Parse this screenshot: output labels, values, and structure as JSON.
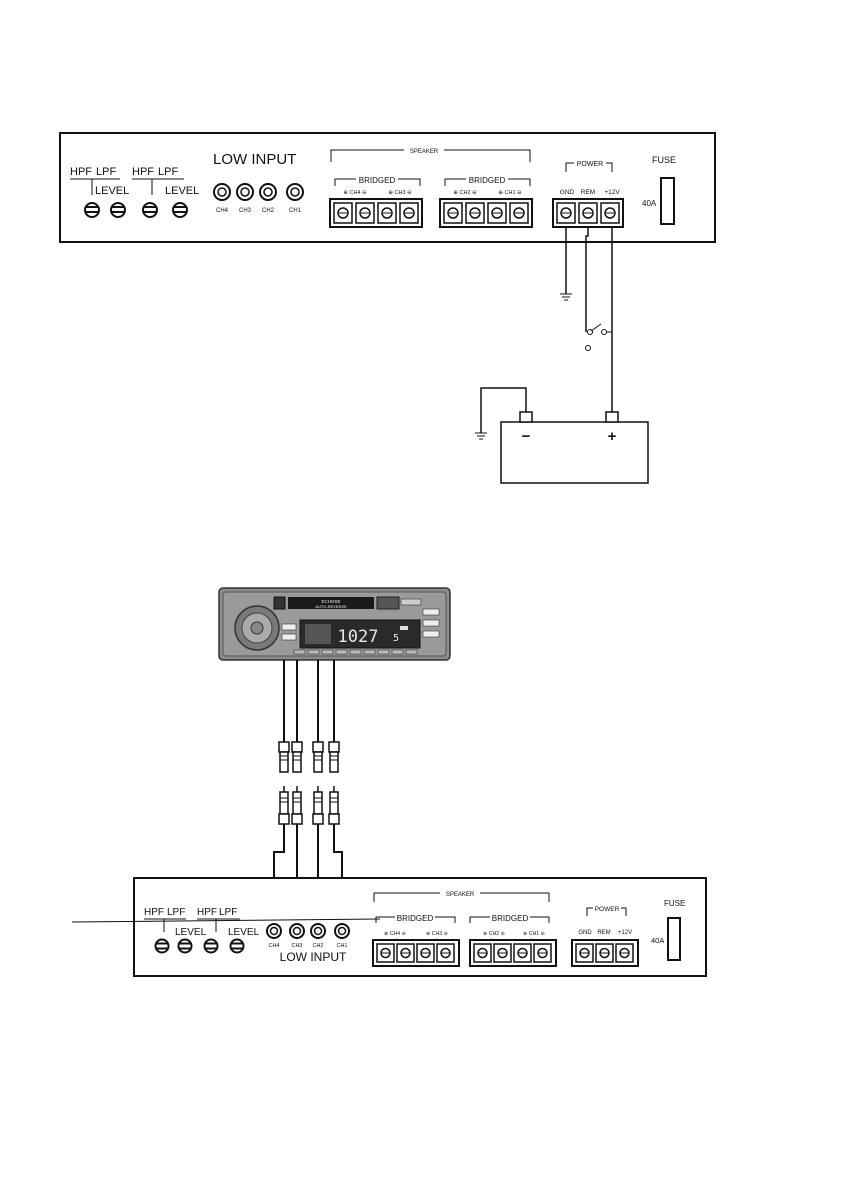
{
  "top_panel": {
    "hpf": "HPF",
    "lpf": "LPF",
    "level": "LEVEL",
    "low_input": "LOW INPUT",
    "rca_labels": [
      "CH4",
      "CH3",
      "CH2",
      "CH1"
    ],
    "speaker": "SPEAKER",
    "bridged": "BRIDGED",
    "speaker_terminals": [
      "⊕ CH4 ⊖",
      "⊕ CH3 ⊖",
      "⊕ CH2 ⊖",
      "⊕ CH1 ⊖"
    ],
    "power": "POWER",
    "power_terminals": [
      "GND",
      "REM",
      "+12V"
    ],
    "fuse": "FUSE",
    "fuse_rating": "40A"
  },
  "battery": {
    "minus": "−",
    "plus": "+"
  },
  "head_unit": {
    "display": "1027",
    "display_digit": "5",
    "brand_line1": "ECHOSE",
    "brand_line2": "AUTO-REVERSE"
  },
  "bottom_panel": {
    "hpf": "HPF",
    "lpf": "LPF",
    "level": "LEVEL",
    "low_input": "LOW INPUT",
    "rca_labels": [
      "CH4",
      "CH3",
      "CH2",
      "CH1"
    ],
    "speaker": "SPEAKER",
    "bridged": "BRIDGED",
    "speaker_terminals": [
      "⊕ CH4 ⊖",
      "⊕ CH3 ⊖",
      "⊕ CH2 ⊖",
      "⊕ CH1 ⊖"
    ],
    "power": "POWER",
    "power_terminals": [
      "GND",
      "REM",
      "+12V"
    ],
    "fuse": "FUSE",
    "fuse_rating": "40A"
  },
  "colors": {
    "ink": "#111111",
    "panel": "#ffffff",
    "head_unit": "#8c8c8c",
    "display": "#1a1a1a"
  }
}
